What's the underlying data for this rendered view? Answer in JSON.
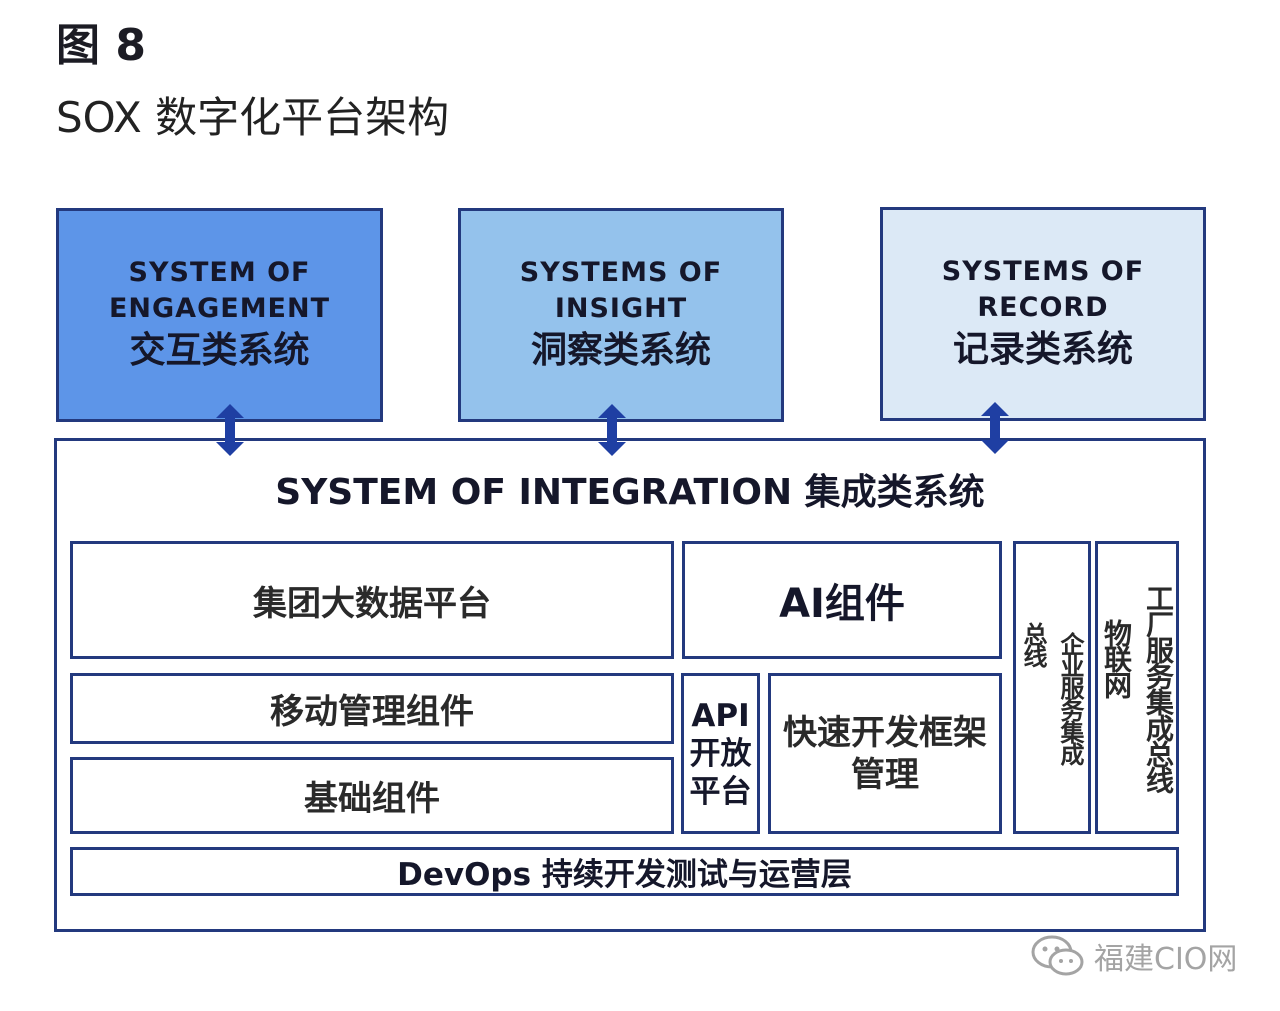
{
  "figure": {
    "label": "图 8",
    "title": "SOX 数字化平台架构"
  },
  "top_systems": [
    {
      "en_line1": "SYSTEM OF",
      "en_line2": "ENGAGEMENT",
      "cn": "交互类系统",
      "color": "#5d95e8"
    },
    {
      "en_line1": "SYSTEMS OF",
      "en_line2": "INSIGHT",
      "cn": "洞察类系统",
      "color": "#94c2ec"
    },
    {
      "en_line1": "SYSTEMS OF",
      "en_line2": "RECORD",
      "cn": "记录类系统",
      "color": "#dce9f6"
    }
  ],
  "integration": {
    "title": "SYSTEM OF INTEGRATION 集成类系统",
    "big_data": "集团大数据平台",
    "ai": "AI组件",
    "mobile": "移动管理组件",
    "basic": "基础组件",
    "api_line1": "API",
    "api_line2": "开放",
    "api_line3": "平台",
    "rapid_line1": "快速开发框架",
    "rapid_line2": "管理",
    "esb_col1": "企业服务集成",
    "esb_col2": "总线",
    "iot_col1": "工厂服务集成总线",
    "iot_col2": "物联网",
    "devops": "DevOps 持续开发测试与运营层"
  },
  "watermark": {
    "text": "福建CIO网",
    "icon": "wechat-icon"
  },
  "colors": {
    "border": "#23397e",
    "arrow": "#1f3fa3"
  }
}
